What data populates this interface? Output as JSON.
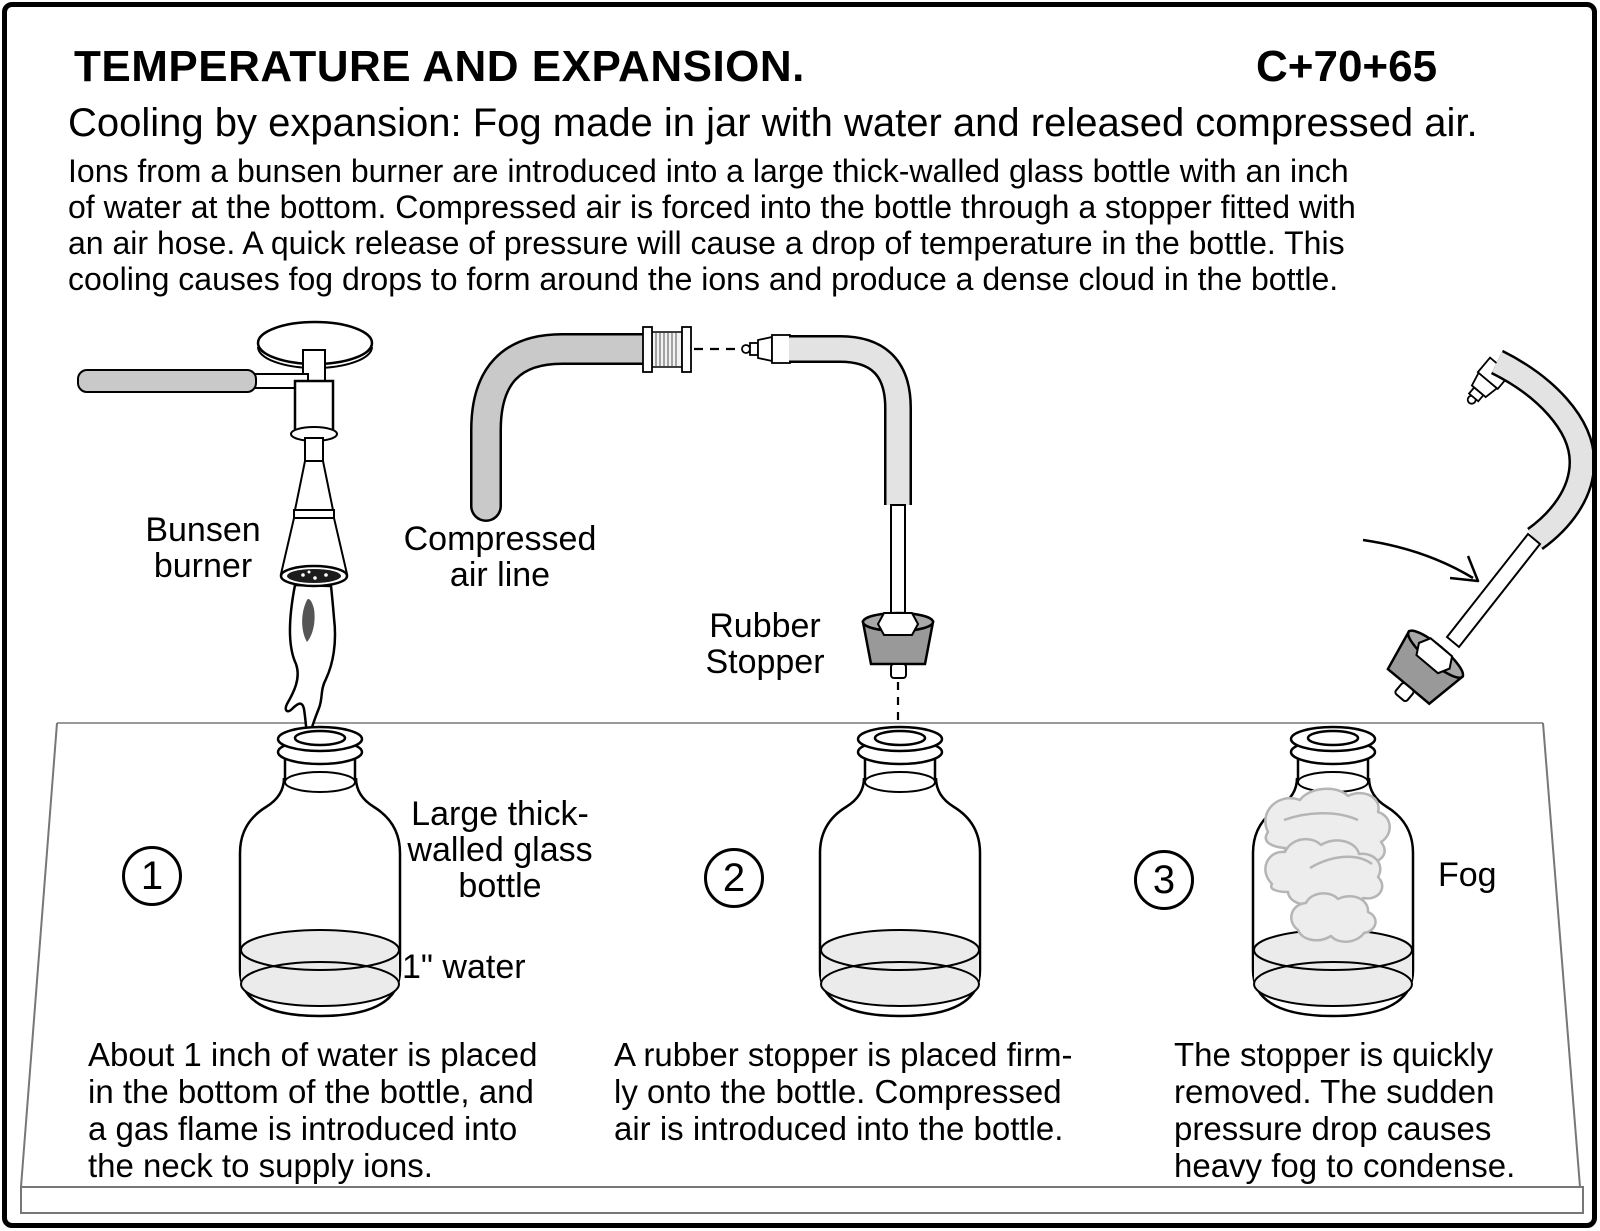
{
  "header": {
    "title": "TEMPERATURE AND EXPANSION.",
    "code": "C+70+65",
    "subtitle": "Cooling by expansion: Fog made in jar with water and released compressed air.",
    "description": "Ions from a bunsen burner are introduced into a large thick-walled glass bottle with an inch\nof water at the bottom. Compressed air is forced into the bottle through a stopper fitted with\nan air hose.  A quick release of pressure will cause a drop of temperature in the bottle. This\ncooling causes fog drops to form around the ions and produce a dense cloud in the bottle."
  },
  "labels": {
    "bunsen_burner": "Bunsen\nburner",
    "compressed_air_line": "Compressed\nair line",
    "rubber_stopper": "Rubber\nStopper",
    "large_bottle": "Large thick-\nwalled glass\nbottle",
    "water": "1\" water",
    "fog": "Fog"
  },
  "steps": [
    {
      "number": "1",
      "caption": "About 1 inch of water is placed\nin the bottom of the bottle, and\na gas flame is introduced into\nthe neck to supply ions."
    },
    {
      "number": "2",
      "caption": "A rubber stopper is placed firm-\nly onto the bottle. Compressed\nair is introduced into the bottle."
    },
    {
      "number": "3",
      "caption": "The stopper is quickly\nremoved.  The sudden\npressure drop causes\nheavy fog to condense."
    }
  ],
  "colors": {
    "ink": "#000000",
    "hose_gray": "#c9c9c9",
    "hose_stipple": "#e3e3e3",
    "stopper_gray": "#999999",
    "water_gray": "#ebebeb",
    "fog_stroke": "#b5b5b5",
    "platform_edge": "#8a8a8a"
  }
}
